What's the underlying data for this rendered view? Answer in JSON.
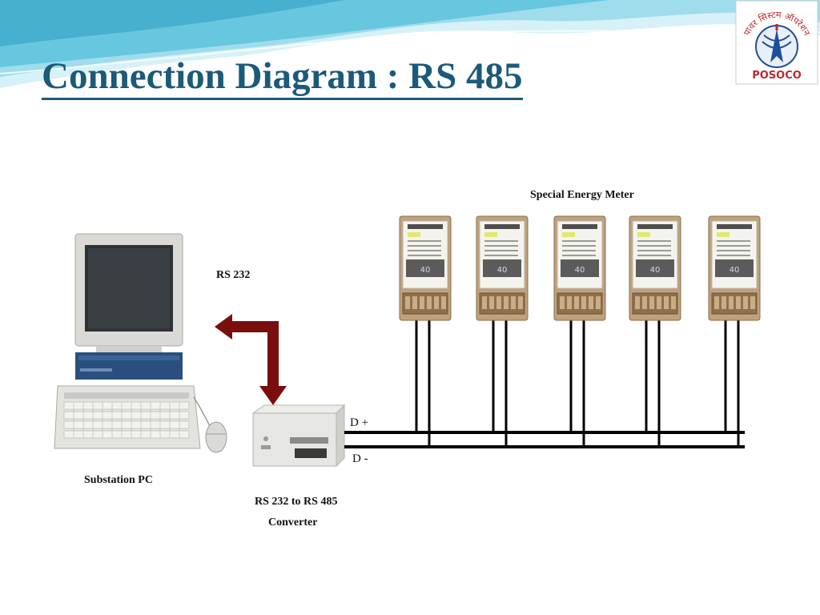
{
  "title": "Connection Diagram : RS 485",
  "labels": {
    "special_energy_meter": "Special Energy Meter",
    "rs232": "RS 232",
    "d_plus": "D +",
    "d_minus": "D -",
    "substation_pc": "Substation PC",
    "converter_line1": "RS 232 to RS 485",
    "converter_line2": "Converter"
  },
  "logo": {
    "hindi_text": "पावर सिस्टम ऑपरेशन",
    "name": "POSOCO"
  },
  "meters": [
    {
      "reading": "40"
    },
    {
      "reading": "40"
    },
    {
      "reading": "40"
    },
    {
      "reading": "40"
    },
    {
      "reading": "40"
    }
  ],
  "colors": {
    "title": "#1b5a78",
    "arrow": "#7a0d0d",
    "bus": "#000000",
    "wave_light": "#bfe9f3",
    "wave_dark": "#5cc3dc",
    "logo_blue": "#1f4f9a",
    "logo_red": "#c0282d"
  }
}
